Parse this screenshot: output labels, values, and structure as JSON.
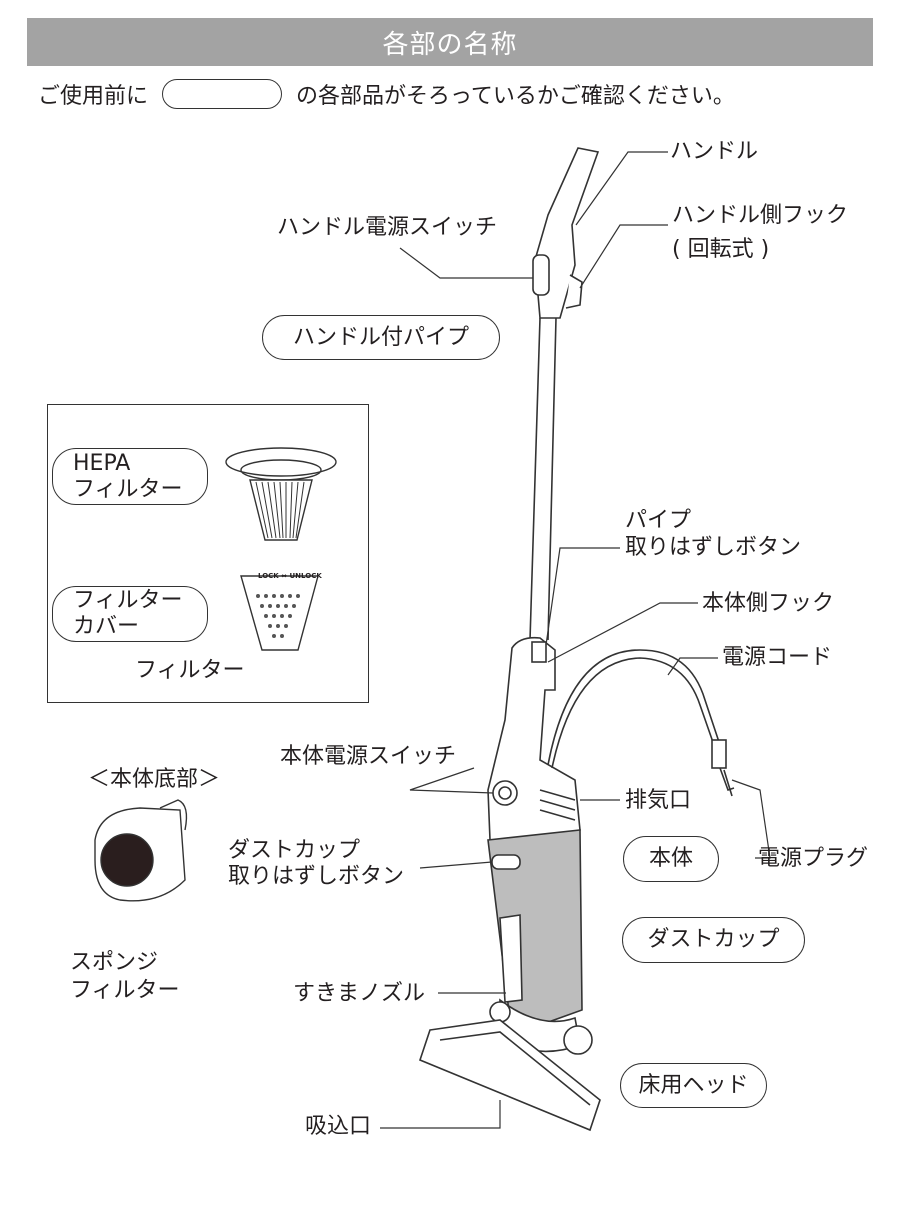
{
  "header": {
    "title": "各部の名称"
  },
  "intro": {
    "before": "ご使用前に",
    "after": "の各部品がそろっているかご確認ください。"
  },
  "parts": {
    "handle": "ハンドル",
    "handle_hook": "ハンドル側フック",
    "handle_hook_note": "( 回転式 )",
    "handle_power_switch": "ハンドル電源スイッチ",
    "pipe_with_handle": "ハンドル付パイプ",
    "pipe_release_1": "パイプ",
    "pipe_release_2": "取りはずしボタン",
    "body_hook": "本体側フック",
    "power_cord": "電源コード",
    "body_power_switch": "本体電源スイッチ",
    "exhaust": "排気口",
    "power_plug": "電源プラグ",
    "body": "本体",
    "dustcup_release_1": "ダストカップ",
    "dustcup_release_2": "取りはずしボタン",
    "dustcup": "ダストカップ",
    "crevice_nozzle": "すきまノズル",
    "floor_head": "床用ヘッド",
    "suction_inlet": "吸込口"
  },
  "filter_box": {
    "hepa_1": "HEPA",
    "hepa_2": "フィルター",
    "cover_1": "フィルター",
    "cover_2": "カバー",
    "caption": "フィルター",
    "cover_lock": "LOCK",
    "cover_unlock": "UNLOCK"
  },
  "bottom": {
    "title": "＜本体底部＞",
    "sponge_1": "スポンジ",
    "sponge_2": "フィルター"
  }
}
